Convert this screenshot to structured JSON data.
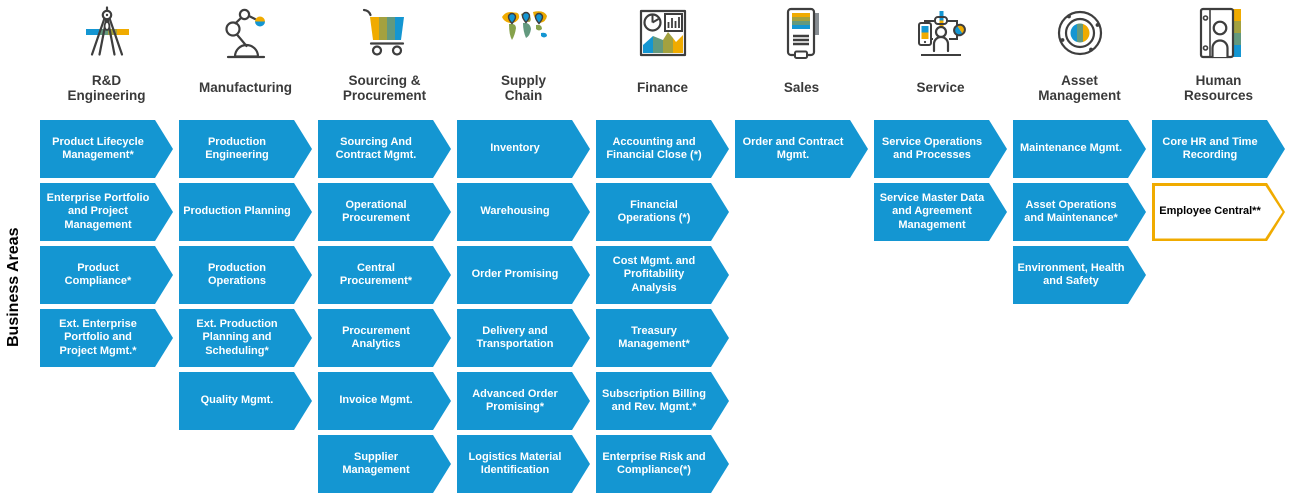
{
  "sidebar_label": "Business Areas",
  "colors": {
    "arrow_blue": "#1496D2",
    "accent_gold": "#F0AB00",
    "olive": "#A3A13F",
    "teal": "#63997E",
    "green": "#86A24B",
    "icon_outline": "#3E3E3E",
    "title_text": "#3A3A3A",
    "arrow_text": "#FFFFFF"
  },
  "columns": [
    {
      "id": "rd-engineering",
      "title": "R&D\nEngineering",
      "icon": "compass-icon",
      "items": [
        {
          "label": "Product Lifecycle Management*"
        },
        {
          "label": "Enterprise Portfolio and Project Management"
        },
        {
          "label": "Product Compliance*"
        },
        {
          "label": "Ext. Enterprise Portfolio and Project Mgmt.*"
        }
      ]
    },
    {
      "id": "manufacturing",
      "title": "Manufacturing",
      "icon": "robot-arm-icon",
      "items": [
        {
          "label": "Production Engineering"
        },
        {
          "label": "Production Planning"
        },
        {
          "label": "Production Operations"
        },
        {
          "label": "Ext. Production Planning and Scheduling*"
        },
        {
          "label": "Quality Mgmt."
        }
      ]
    },
    {
      "id": "sourcing-procurement",
      "title": "Sourcing &\nProcurement",
      "icon": "shopping-cart-icon",
      "items": [
        {
          "label": "Sourcing And Contract Mgmt."
        },
        {
          "label": "Operational Procurement"
        },
        {
          "label": "Central Procurement*"
        },
        {
          "label": "Procurement Analytics"
        },
        {
          "label": "Invoice Mgmt."
        },
        {
          "label": "Supplier Management"
        }
      ]
    },
    {
      "id": "supply-chain",
      "title": "Supply\nChain",
      "icon": "world-map-icon",
      "items": [
        {
          "label": "Inventory"
        },
        {
          "label": "Warehousing"
        },
        {
          "label": "Order Promising"
        },
        {
          "label": "Delivery and Transportation"
        },
        {
          "label": "Advanced Order Promising*"
        },
        {
          "label": "Logistics Material Identification"
        }
      ]
    },
    {
      "id": "finance",
      "title": "Finance",
      "icon": "charts-icon",
      "items": [
        {
          "label": "Accounting and Financial Close (*)"
        },
        {
          "label": "Financial Operations (*)"
        },
        {
          "label": "Cost Mgmt. and Profitability Analysis"
        },
        {
          "label": "Treasury Management*"
        },
        {
          "label": "Subscription Billing and Rev. Mgmt.*"
        },
        {
          "label": "Enterprise Risk and Compliance(*)"
        }
      ]
    },
    {
      "id": "sales",
      "title": "Sales",
      "icon": "payment-terminal-icon",
      "items": [
        {
          "label": "Order and Contract Mgmt."
        }
      ]
    },
    {
      "id": "service",
      "title": "Service",
      "icon": "service-person-icon",
      "items": [
        {
          "label": "Service Operations and Processes"
        },
        {
          "label": "Service Master Data and Agreement Management"
        }
      ]
    },
    {
      "id": "asset-management",
      "title": "Asset\nManagement",
      "icon": "orbit-icon",
      "items": [
        {
          "label": "Maintenance Mgmt."
        },
        {
          "label": "Asset Operations and Maintenance*"
        },
        {
          "label": "Environment, Health and Safety"
        }
      ]
    },
    {
      "id": "human-resources",
      "title": "Human\nResources",
      "icon": "id-badge-icon",
      "items": [
        {
          "label": "Core HR and Time Recording"
        },
        {
          "label": "Employee Central**",
          "style": "outlined"
        }
      ]
    }
  ]
}
